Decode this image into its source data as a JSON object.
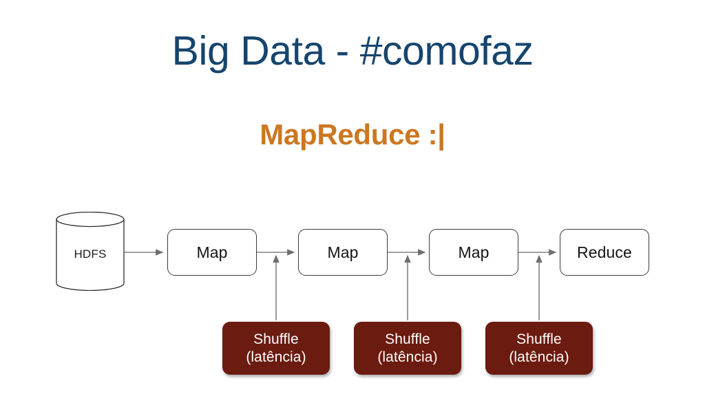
{
  "slide": {
    "title": "Big Data - #comofaz",
    "subtitle": "MapReduce :|",
    "background_color": "#ffffff",
    "title_color": "#16456e",
    "subtitle_color": "#cc7722"
  },
  "diagram": {
    "type": "flow",
    "source": {
      "name": "hdfs",
      "shape": "cylinder",
      "label": "HDFS"
    },
    "stages": [
      {
        "id": "map-1",
        "label": "Map"
      },
      {
        "id": "map-2",
        "label": "Map"
      },
      {
        "id": "map-3",
        "label": "Map"
      },
      {
        "id": "reduce",
        "label": "Reduce"
      }
    ],
    "shuffles": [
      {
        "id": "shuffle-1",
        "line1": "Shuffle",
        "line2": "(latência)"
      },
      {
        "id": "shuffle-2",
        "line1": "Shuffle",
        "line2": "(latência)"
      },
      {
        "id": "shuffle-3",
        "line1": "Shuffle",
        "line2": "(latência)"
      }
    ],
    "shuffle_fill_color": "#6b1b10",
    "shuffle_text_color": "#ffffff",
    "box_stroke_color": "#3a3a3a",
    "connector_color": "#808080"
  }
}
